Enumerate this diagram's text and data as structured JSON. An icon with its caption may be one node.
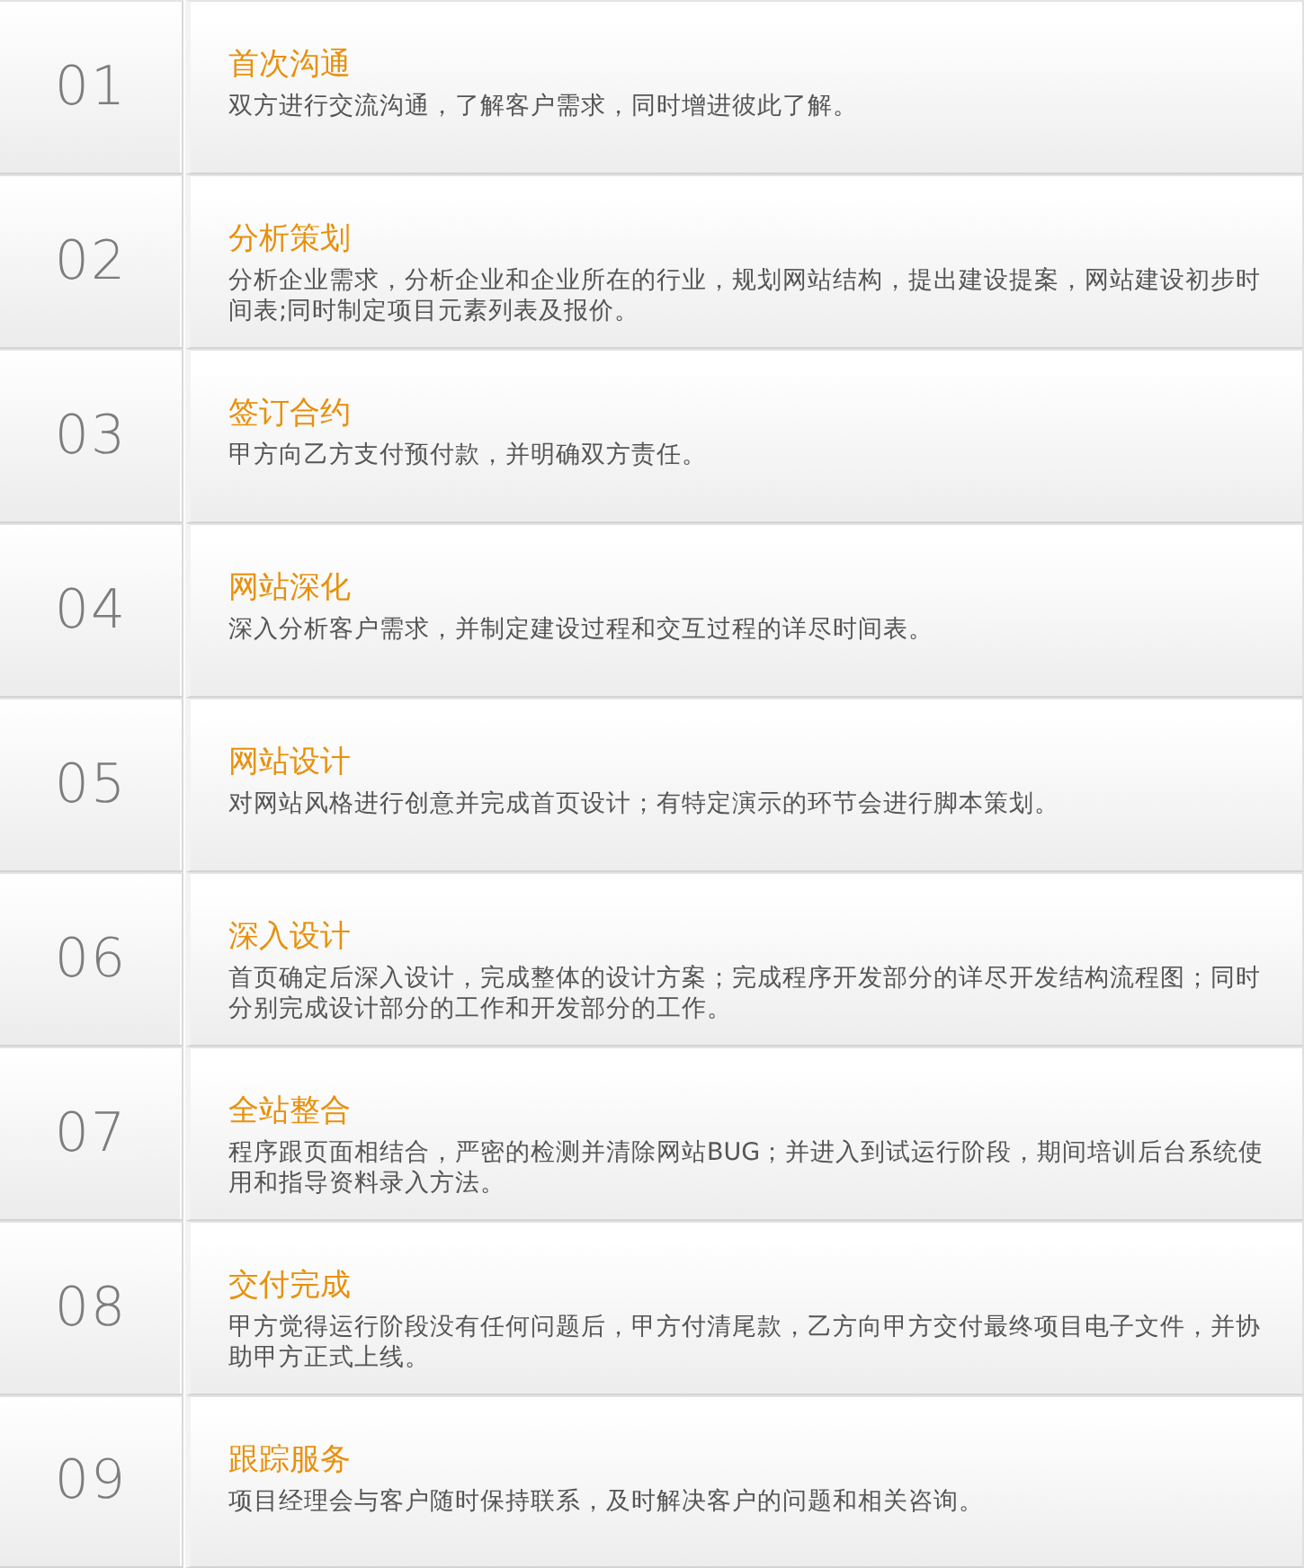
{
  "diagram": {
    "nodes": [
      {
        "text": [
          "01"
        ]
      },
      {
        "text": [
          "首次沟通",
          "双方进行交流沟通，了解客户需求，同时增进彼此了解。"
        ]
      },
      {
        "text": [
          "02"
        ]
      },
      {
        "text": [
          "分析策划",
          "分析企业需求，分析企业和企业所在的行业，规划网站结构，提出建设提案，网站建设初步时间表;同时制定项目元素列表及报价。"
        ]
      },
      {
        "text": [
          "03"
        ]
      },
      {
        "text": [
          "签订合约",
          "甲方向乙方支付预付款，并明确双方责任。"
        ]
      },
      {
        "text": [
          "04"
        ]
      },
      {
        "text": [
          "网站深化",
          "深入分析客户需求，并制定建设过程和交互过程的详尽时间表。"
        ]
      },
      {
        "text": [
          "05"
        ]
      },
      {
        "text": [
          "网站设计",
          "对网站风格进行创意并完成首页设计；有特定演示的环节会进行脚本策划。"
        ]
      },
      {
        "text": [
          "06"
        ]
      },
      {
        "text": [
          "深入设计",
          "首页确定后深入设计，完成整体的设计方案；完成程序开发部分的详尽开发结构流程图；同时分别完成设计部分的工作和开发部分的工作。"
        ]
      },
      {
        "text": [
          "07"
        ]
      },
      {
        "text": [
          "全站整合",
          "程序跟页面相结合，严密的检测并清除网站BUG；并进入到试运行阶段，期间培训后台系统使用和指导资料录入方法。"
        ]
      },
      {
        "text": [
          "08"
        ]
      },
      {
        "text": [
          "交付完成",
          "甲方觉得运行阶段没有任何问题后，甲方付清尾款，乙方向甲方交付最终项目电子文件，并协助甲方正式上线。"
        ]
      },
      {
        "text": [
          "09"
        ]
      },
      {
        "text": [
          "跟踪服务",
          "项目经理会与客户随时保持联系，及时解决客户的问题和相关咨询。"
        ]
      }
    ]
  }
}
